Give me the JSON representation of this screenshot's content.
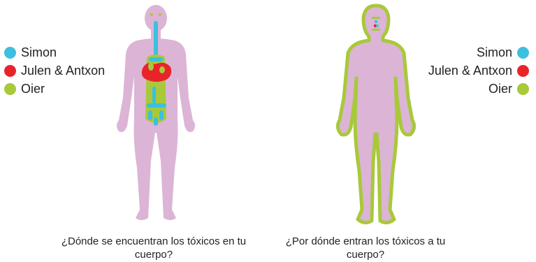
{
  "colors": {
    "body": "#dcb4d6",
    "simon": "#3dbfe0",
    "julen_antxon": "#e8242a",
    "oier": "#a8c93a"
  },
  "left_panel": {
    "legend": [
      {
        "label": "Simon",
        "color": "#3dbfe0"
      },
      {
        "label": "Julen & Antxon",
        "color": "#e8242a"
      },
      {
        "label": "Oier",
        "color": "#a8c93a"
      }
    ],
    "caption": "¿Dónde se encuentran los tóxicos en tu cuerpo?"
  },
  "right_panel": {
    "legend": [
      {
        "label": "Simon",
        "color": "#3dbfe0"
      },
      {
        "label": "Julen & Antxon",
        "color": "#e8242a"
      },
      {
        "label": "Oier",
        "color": "#a8c93a"
      }
    ],
    "caption": "¿Por dónde entran los tóxicos a tu cuerpo?"
  }
}
